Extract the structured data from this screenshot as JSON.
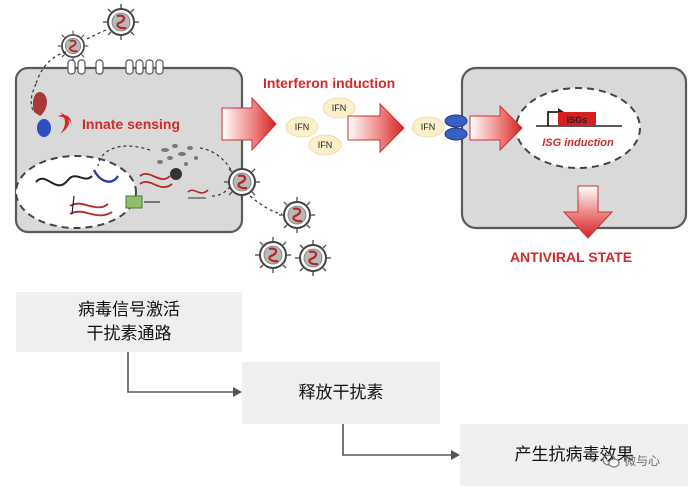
{
  "diagram": {
    "labels": {
      "innate_sensing": "Innate sensing",
      "interferon_induction": "Interferon induction",
      "ifn": "IFN",
      "isgs": "ISGs",
      "isg_induction": "ISG induction",
      "antiviral_state": "ANTIVIRAL STATE"
    }
  },
  "flow": {
    "steps": [
      {
        "line1": "病毒信号激活",
        "line2": "干扰素通路"
      },
      {
        "line1": "释放干扰素"
      },
      {
        "line1": "产生抗病毒效果"
      }
    ]
  },
  "watermark": {
    "text": "微与心"
  },
  "colors": {
    "accent_red": "#d22a2a",
    "cell_fill": "#d9d9d9",
    "flow_box": "#efefef"
  }
}
